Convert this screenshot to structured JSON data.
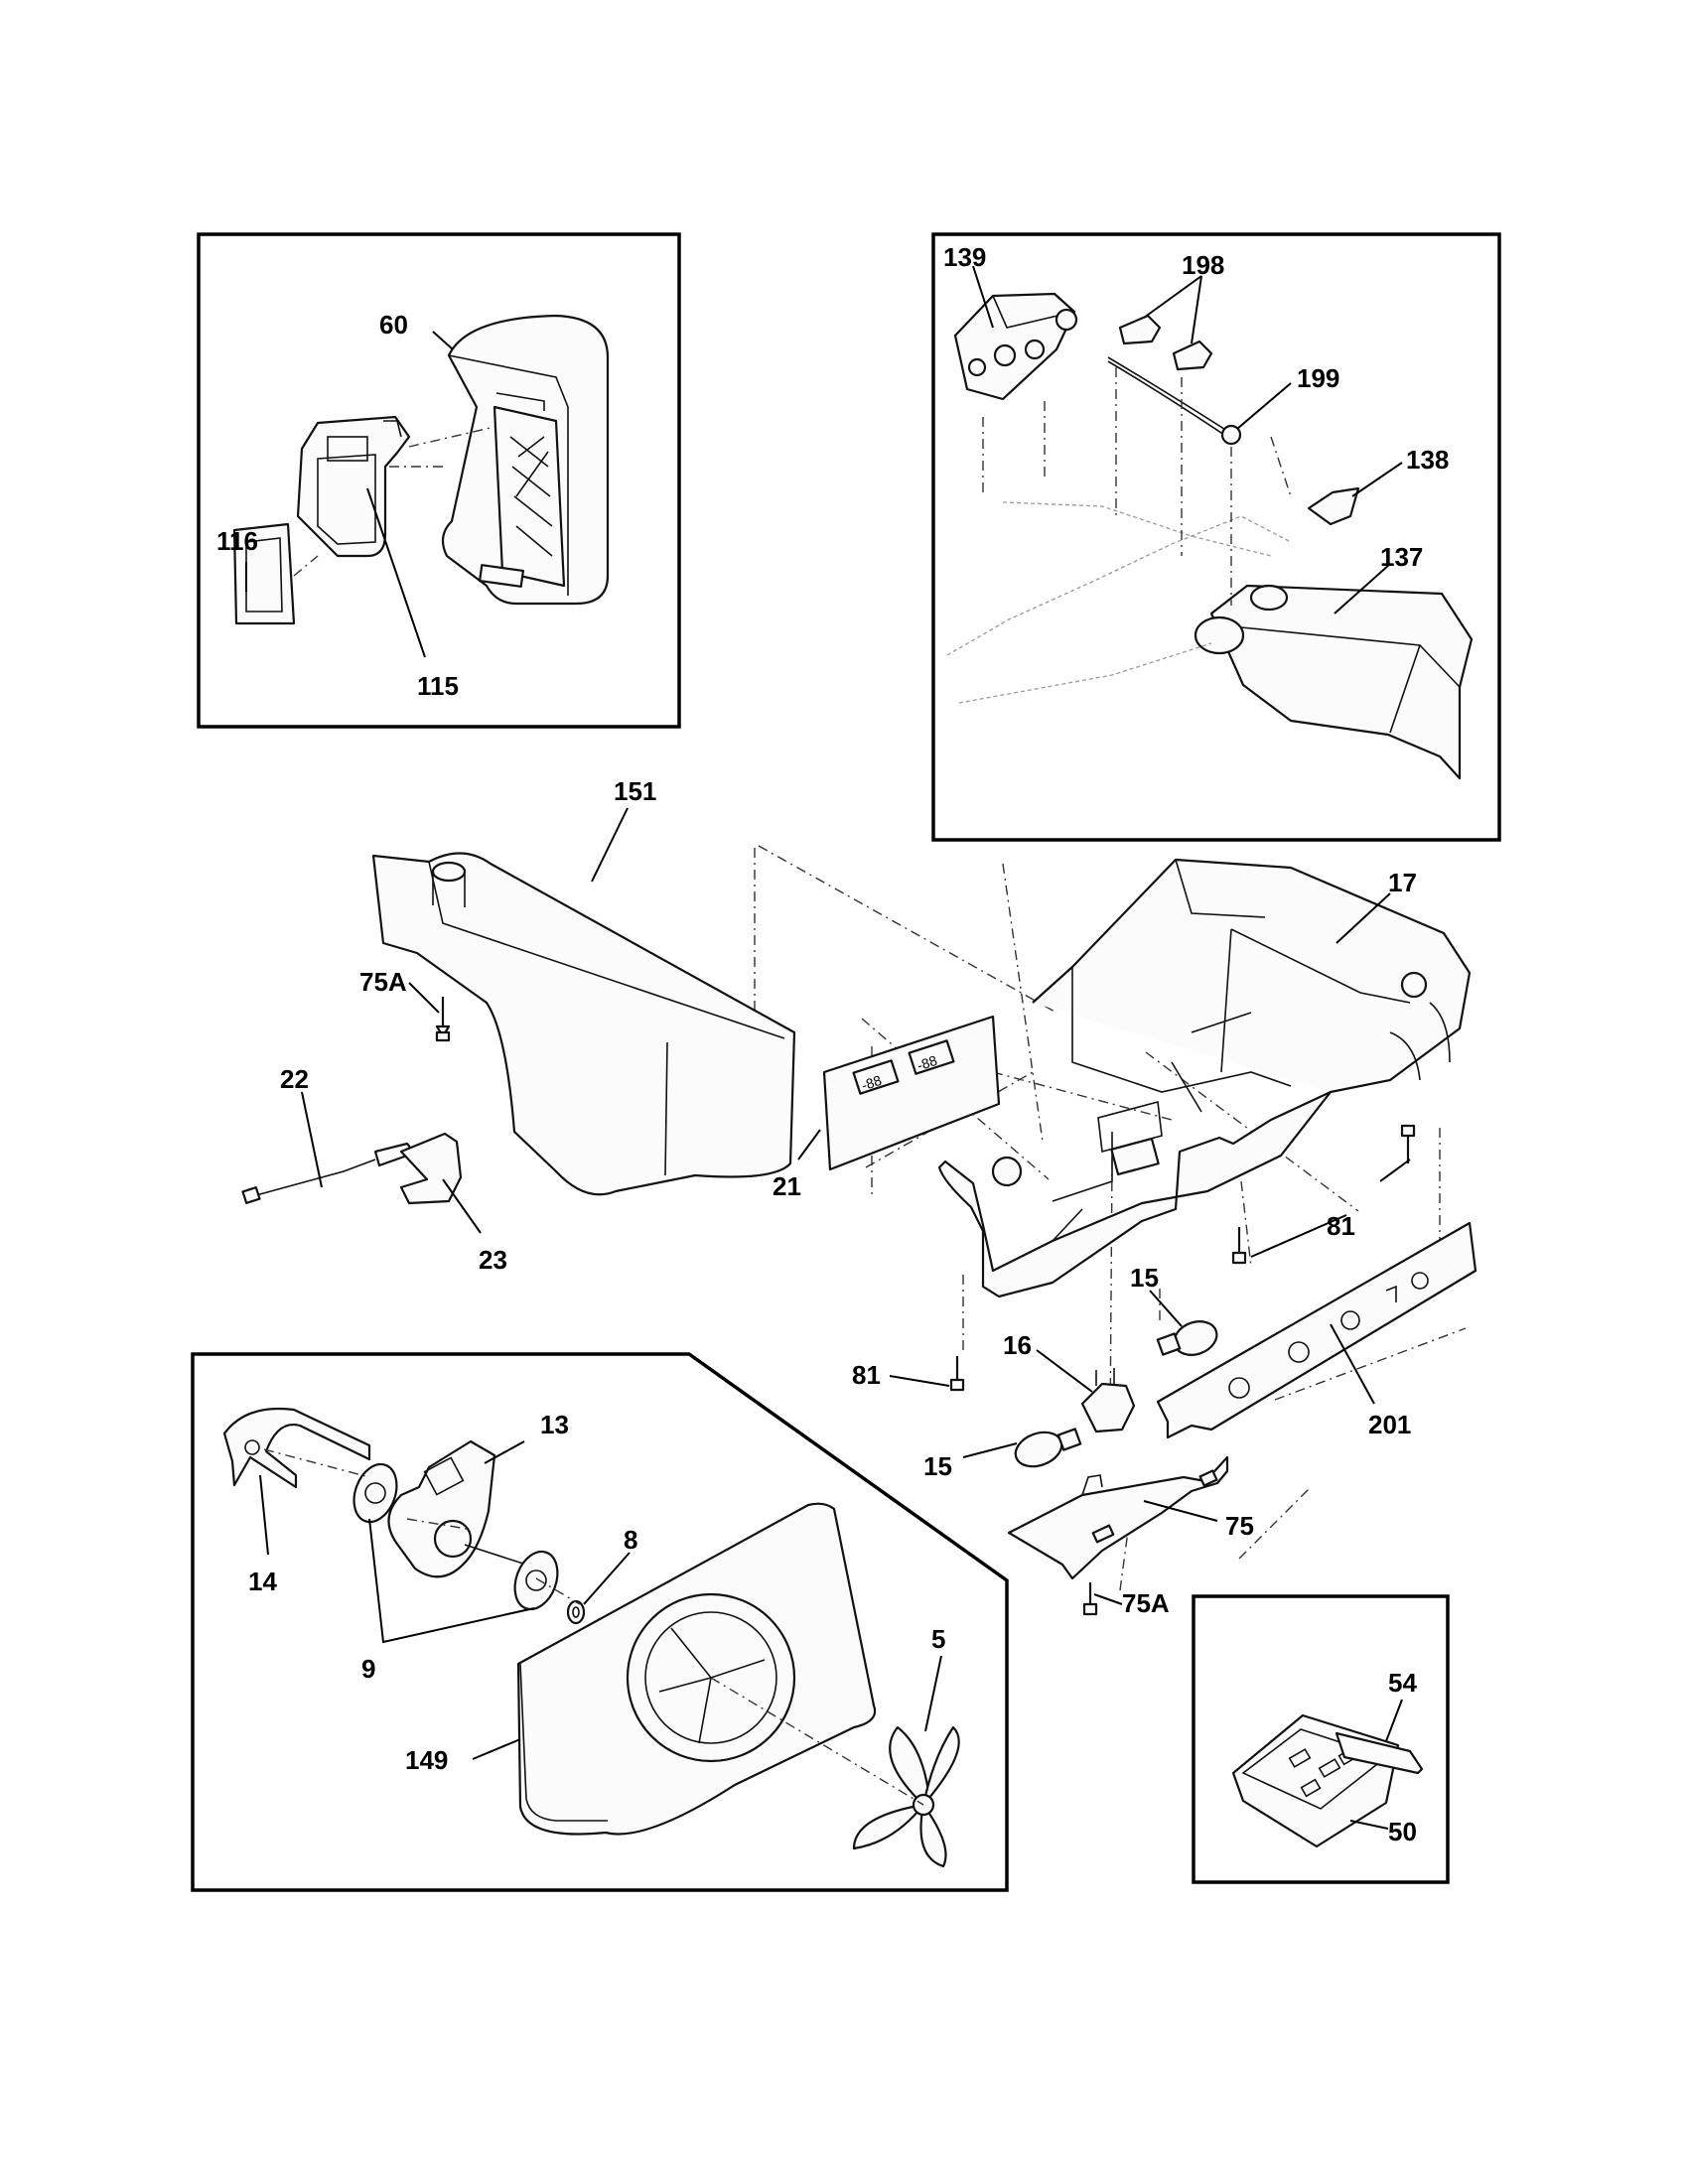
{
  "diagram": {
    "callouts": {
      "c60": "60",
      "c116": "116",
      "c115": "115",
      "c139": "139",
      "c198": "198",
      "c199": "199",
      "c138": "138",
      "c137": "137",
      "c151": "151",
      "c17": "17",
      "c75A_top": "75A",
      "c22": "22",
      "c21": "21",
      "c23": "23",
      "c81_right": "81",
      "c15_top": "15",
      "c16": "16",
      "c81_left": "81",
      "c201": "201",
      "c15_bottom": "15",
      "c75": "75",
      "c75A_bottom": "75A",
      "c13": "13",
      "c14": "14",
      "c8": "8",
      "c9": "9",
      "c5": "5",
      "c149": "149",
      "c54": "54",
      "c50": "50"
    },
    "display_readouts": {
      "left": "-88",
      "right": "-88"
    }
  }
}
